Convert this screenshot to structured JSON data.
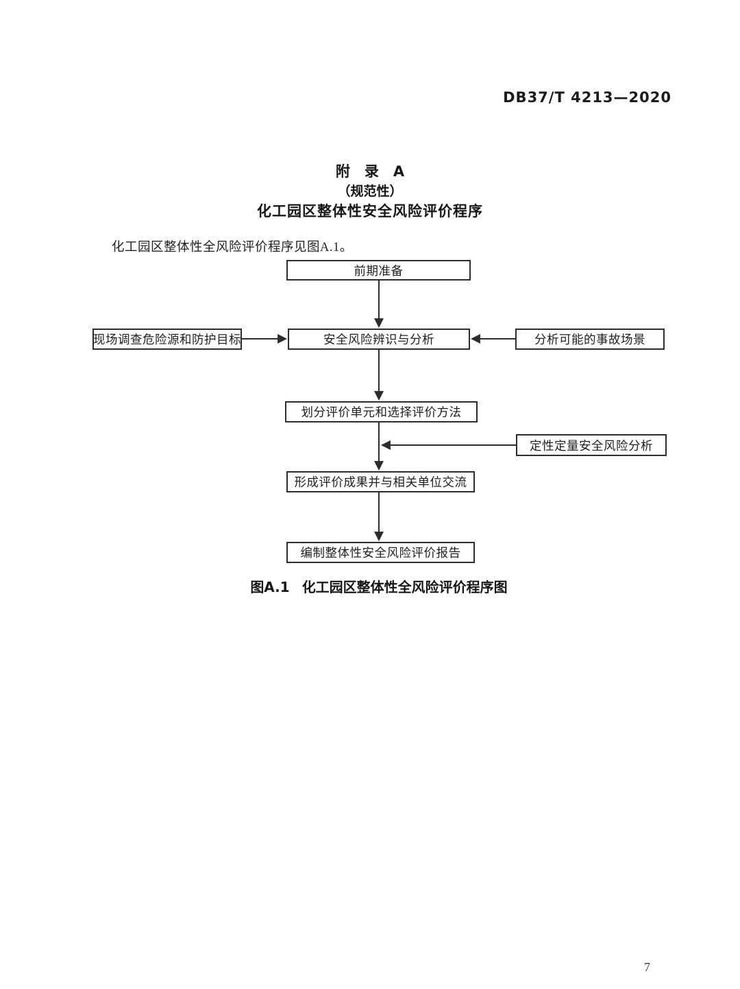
{
  "header": {
    "standard_number": "DB37/T 4213—2020"
  },
  "appendix": {
    "heading": "附　录　A",
    "normative": "（规范性）",
    "subtitle": "化工园区整体性安全风险评价程序",
    "intro": "化工园区整体性全风险评价程序见图A.1。"
  },
  "flowchart": {
    "type": "flow-diagram",
    "nodes": [
      {
        "id": "prep",
        "label": "前期准备"
      },
      {
        "id": "survey",
        "label": "现场调查危险源和防护目标"
      },
      {
        "id": "identify",
        "label": "安全风险辨识与分析"
      },
      {
        "id": "scenario",
        "label": "分析可能的事故场景"
      },
      {
        "id": "divide",
        "label": "划分评价单元和选择评价方法"
      },
      {
        "id": "analysis",
        "label": "定性定量安全风险分析"
      },
      {
        "id": "results",
        "label": "形成评价成果并与相关单位交流"
      },
      {
        "id": "report",
        "label": "编制整体性安全风险评价报告"
      }
    ],
    "edges": [
      {
        "from": "prep",
        "to": "identify"
      },
      {
        "from": "survey",
        "to": "identify"
      },
      {
        "from": "scenario",
        "to": "identify"
      },
      {
        "from": "identify",
        "to": "divide"
      },
      {
        "from": "divide",
        "to": "results"
      },
      {
        "from": "analysis",
        "to": "divide-results-connector"
      },
      {
        "from": "results",
        "to": "report"
      }
    ]
  },
  "figure": {
    "caption_label": "图A.1",
    "caption_title": "化工园区整体性全风险评价程序图"
  },
  "footer": {
    "page_number": "7"
  },
  "colors": {
    "background": "#ffffff",
    "text": "#1d1d1d",
    "line": "#2c2c2c"
  }
}
